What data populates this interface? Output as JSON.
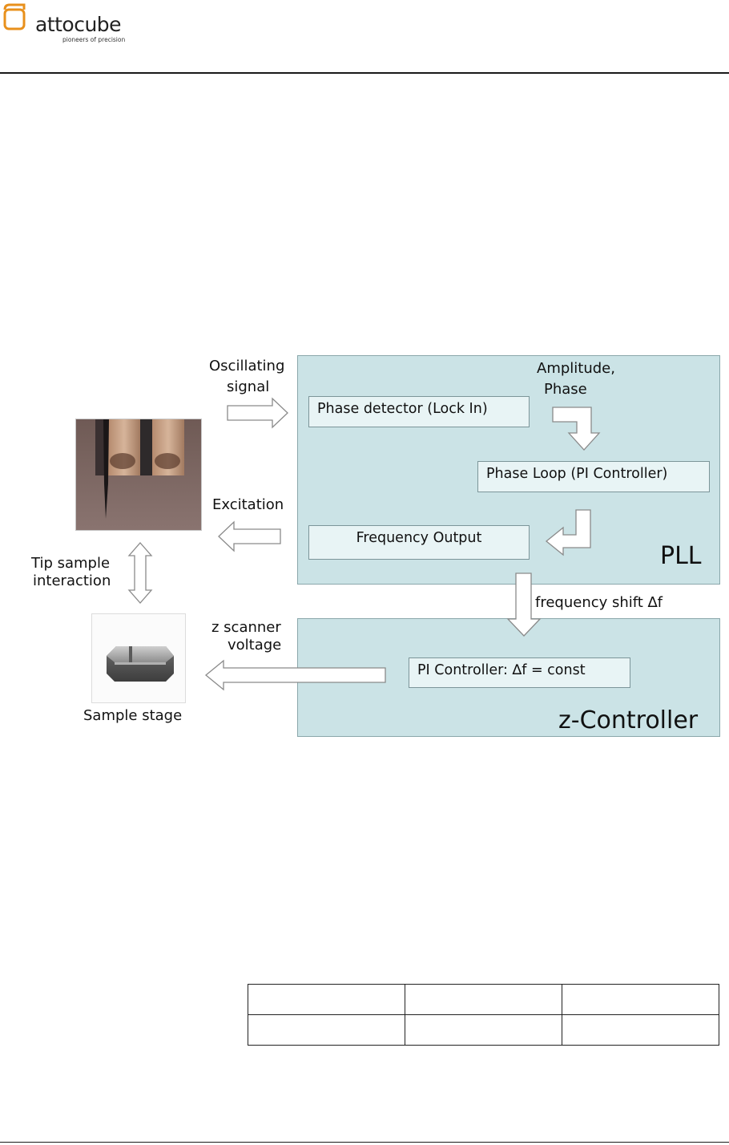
{
  "header": {
    "logo_name": "attocube",
    "logo_tagline": "pioneers of precision",
    "logo_icon": "attocube-logo-icon",
    "accent_color": "#e8901c"
  },
  "diagram": {
    "pll": {
      "name": "PLL",
      "phase_detector": "Phase detector (Lock In)",
      "amplitude_phase_line1": "Amplitude,",
      "amplitude_phase_line2": "Phase",
      "phase_loop": "Phase Loop (PI Controller)",
      "frequency_output": "Frequency Output"
    },
    "z_controller": {
      "name": "z-Controller",
      "pi_controller": "PI Controller: ∆f = const"
    },
    "signals": {
      "oscillating_line1": "Oscillating",
      "oscillating_line2": "signal",
      "excitation": "Excitation",
      "frequency_shift": "frequency shift ∆f",
      "z_scanner_line1": "z scanner",
      "z_scanner_line2": "voltage",
      "tip_sample_line1": "Tip sample",
      "tip_sample_line2": "interaction",
      "sample_stage": "Sample stage"
    },
    "colors": {
      "panel_fill": "#cbe3e6",
      "box_fill": "#e8f4f5"
    }
  },
  "table": {
    "rows": [
      [
        "",
        "",
        ""
      ],
      [
        "",
        "",
        ""
      ]
    ]
  }
}
